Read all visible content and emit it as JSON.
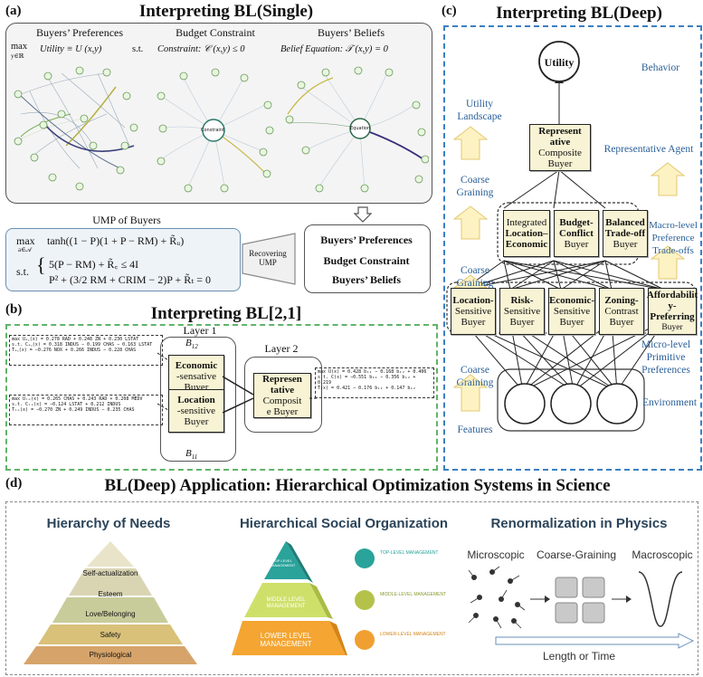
{
  "panel_a": {
    "label": "(a)",
    "title": "Interpreting BL(Single)",
    "headers": [
      "Buyers’ Preferences",
      "Budget Constraint",
      "Buyers’ Beliefs"
    ],
    "max_label": "max",
    "max_sub": "y∈ℝ",
    "utility": "Utility ≡ U (x,y)",
    "st": "s.t.",
    "constraint": "Constraint: 𝒞 (x,y) ≤ 0",
    "belief": "Belief Equation: 𝒯 (x,y) = 0",
    "graph_centers": [
      "",
      "Constraint",
      "Equation"
    ],
    "ump_title": "UMP of Buyers",
    "ump_max": "max",
    "ump_sub": "a∈𝒜",
    "ump_obj": "tanh((1 − P)(1 + P − RM) + R̃ᵤ)",
    "ump_st": "s.t.",
    "ump_c1": "5(P − RM) + R̃꜀ ≤ 4I",
    "ump_c2": "P² + (3/2 RM + CRIM − 2)P + R̃ₜ = 0",
    "recovering": "Recovering UMP",
    "result_lines": [
      "Buyers’ Preferences",
      "Budget Constraint",
      "Buyers’ Beliefs"
    ]
  },
  "panel_b": {
    "label": "(b)",
    "title": "Interpreting BL[2,1]",
    "layer1": "Layer 1",
    "layer2": "Layer 2",
    "b12": "B",
    "b12_sub": "12",
    "b11": "B",
    "b11_sub": "11",
    "node_top": [
      "Economic",
      "-sensative",
      "Buyer"
    ],
    "node_bot": [
      "Location",
      "-sensitive",
      "Buyer"
    ],
    "node_rep": [
      "Represen",
      "tative",
      "Composit",
      "e Buyer"
    ],
    "eq_top": [
      "max  Uₑ꜀(x) = 0.278 RAD + 0.248 ZN + 0.230 LSTAT",
      "s.t.  Cₑ꜀(x) = 0.318 INDUS − 0.199 CHAS − 0.163 LSTAT",
      "Tₑ꜀(x) = −0.276 NOX + 0.266 INDUS − 0.228 CHAS"
    ],
    "eq_bot": [
      "max  Uₗₒ(x) = 0.265 CHAS + 0.243 RAD + 0.208 MEDV",
      "s.t.  Cₗₒ(x) = −0.124 LSTAT + 0.212 INDUS",
      "Tₗₒ(x) = −0.270 ZN + 0.249 INDUS − 0.235 CHAS"
    ],
    "eq_rep": [
      "max  U(x) = 0.428 b₁₁ − 0.168 b₁₂ + 0.406",
      "s.t.  C(x) = −0.551 b₁₁ − 0.356 b₁₂ + 0.219",
      "T(x) = 0.421 − 0.176 b₁₁ + 0.147 b₁₂"
    ]
  },
  "panel_c": {
    "label": "(c)",
    "title": "Interpreting BL(Deep)",
    "utility": "Utility",
    "behavior": "Behavior",
    "utility_landscape": [
      "Utility",
      "Landscape"
    ],
    "rep_node": [
      "Represent",
      "ative",
      "Composite",
      "Buyer"
    ],
    "rep_agent": "Representative Agent",
    "coarse": [
      "Coarse",
      "Graining"
    ],
    "macro": [
      "Macro-level",
      "Preference",
      "Trade-offs"
    ],
    "macro_nodes": [
      [
        "Integrated",
        "Location–",
        "Economic"
      ],
      [
        "Budget-",
        "Conflict",
        "Buyer"
      ],
      [
        "Balanced",
        "Trade-off",
        "Buyer"
      ]
    ],
    "micro_nodes": [
      [
        "Location-",
        "Sensitive",
        "Buyer"
      ],
      [
        "Risk-",
        "Sensitive",
        "Buyer"
      ],
      [
        "Economic-",
        "Sensitive",
        "Buyer"
      ],
      [
        "Zoning-",
        "Contrast",
        "Buyer"
      ],
      [
        "Affordabilit",
        "y-Preferring",
        "Buyer"
      ]
    ],
    "micro": [
      "Micro-level",
      "Primitive",
      "Preferences"
    ],
    "environment": "Environment",
    "features": "Features"
  },
  "panel_d": {
    "label": "(d)",
    "title": "BL(Deep) Application: Hierarchical Optimization Systems in Science",
    "needs_title": "Hierarchy of Needs",
    "needs_levels": [
      "Self-actualization",
      "Esteem",
      "Love/Belonging",
      "Safety",
      "Physiological"
    ],
    "social_title": "Hierarchical Social Organization",
    "social_levels": [
      "TOP-LEVEL MANAGEMENT",
      "MIDDLE-LEVEL MANAGEMENT",
      "LOWER-LEVEL MANAGEMENT"
    ],
    "pyr_labels": [
      "TOP LEVEL MANAGEMENT",
      "MIDDLE LEVEL MANAGEMENT",
      "LOWER LEVEL MANAGEMENT"
    ],
    "renorm_title": "Renormalization in Physics",
    "micro": "Microscopic",
    "coarse": "Coarse-Graining",
    "macro": "Macroscopic",
    "axis": "Length or Time"
  },
  "colors": {
    "blue_dash": "#3b7fc4",
    "green_dash": "#5fb46a",
    "node_fill": "#f7f3d4",
    "arrow_fill": "#fdf2c2",
    "text_blue": "#2a5f98"
  }
}
